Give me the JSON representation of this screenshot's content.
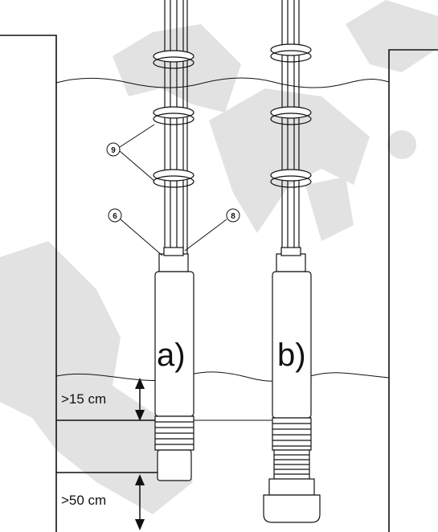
{
  "labels": {
    "pump_a": "a)",
    "pump_b": "b)",
    "callout_cable_ties": "9",
    "callout_left": "6",
    "callout_right": "8",
    "dim_upper": ">15 cm",
    "dim_lower": ">50 cm"
  },
  "colors": {
    "line": "#111111",
    "watermark": "#cfcfcf"
  }
}
